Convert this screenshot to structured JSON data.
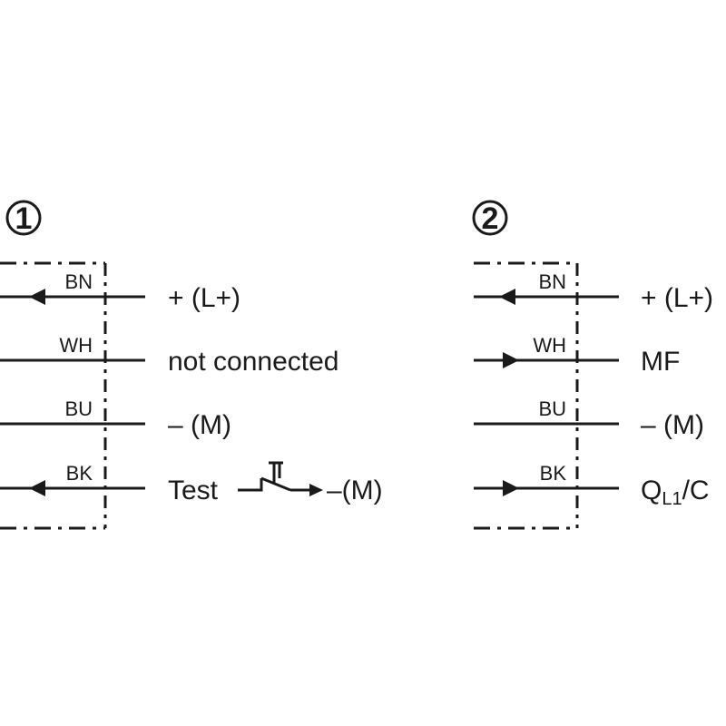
{
  "diagram_1": {
    "number": "1",
    "wires": [
      {
        "color_code": "BN",
        "direction": "in",
        "signal": "+ (L+)"
      },
      {
        "color_code": "WH",
        "direction": "none",
        "signal": "not connected"
      },
      {
        "color_code": "BU",
        "direction": "none",
        "signal": "– (M)"
      },
      {
        "color_code": "BK",
        "direction": "in",
        "signal": "Test",
        "switch_target": "–(M)"
      }
    ]
  },
  "diagram_2": {
    "number": "2",
    "wires": [
      {
        "color_code": "BN",
        "direction": "in",
        "signal": "+ (L+)"
      },
      {
        "color_code": "WH",
        "direction": "out",
        "signal": "MF"
      },
      {
        "color_code": "BU",
        "direction": "none",
        "signal": "– (M)"
      },
      {
        "color_code": "BK",
        "direction": "out",
        "signal_main": "Q",
        "signal_sub": "L1",
        "signal_suffix": "/C"
      }
    ]
  }
}
